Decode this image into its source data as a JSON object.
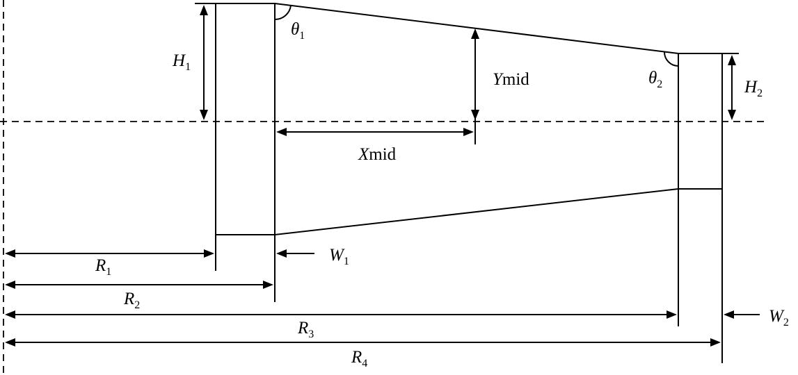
{
  "labels": {
    "H1": {
      "main": "H",
      "sub": "1"
    },
    "H2": {
      "main": "H",
      "sub": "2"
    },
    "theta1": {
      "main": "θ",
      "sub": "1"
    },
    "theta2": {
      "main": "θ",
      "sub": "2"
    },
    "Ymid": {
      "var": "Y",
      "rest": "mid"
    },
    "Xmid": {
      "var": "X",
      "rest": "mid"
    },
    "W1": {
      "main": "W",
      "sub": "1"
    },
    "W2": {
      "main": "W",
      "sub": "2"
    },
    "R1": {
      "main": "R",
      "sub": "1"
    },
    "R2": {
      "main": "R",
      "sub": "2"
    },
    "R3": {
      "main": "R",
      "sub": "3"
    },
    "R4": {
      "main": "R",
      "sub": "4"
    }
  }
}
